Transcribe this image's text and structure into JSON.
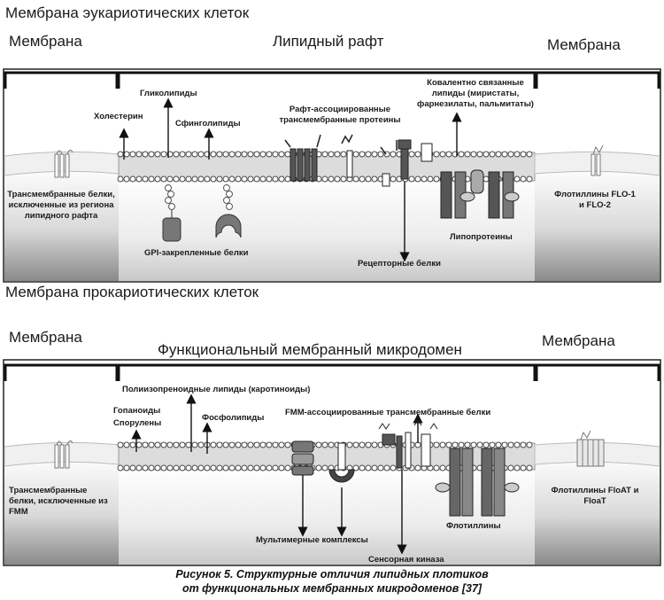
{
  "eukaryotic": {
    "title": "Мембрана эукариотических клеток",
    "left_region": "Мембрана",
    "center_region": "Липидный рафт",
    "right_region": "Мембрана",
    "labels": {
      "cholesterol": "Холестерин",
      "glycolipids": "Гликолипиды",
      "sphingolipids": "Сфинголипиды",
      "raft_proteins": "Рафт-ассоциированные трансмембранные протеины",
      "covalent_lipids": "Ковалентно связанные липиды (миристаты, фарнезилаты, пальмитаты)",
      "excluded_proteins": "Трансмембранные белки, исключенные из региона липидного рафта",
      "gpi_proteins": "GPI-закрепленные белки",
      "receptor_proteins": "Рецепторные белки",
      "lipoproteins": "Липопротеины",
      "flotillins": "Флотиллины FLO-1 и FLO-2"
    }
  },
  "prokaryotic": {
    "title": "Мембрана прокариотических клеток",
    "left_region": "Мембрана",
    "center_region": "Функциональный мембранный микродомен",
    "right_region": "Мембрана",
    "labels": {
      "polyisoprenoid": "Полиизопреноидные липиды (каротиноиды)",
      "hopanoids": "Гопаноиды",
      "sporulenes": "Спорулены",
      "phospholipids": "Фосфолипиды",
      "fmm_proteins": "FMM-ассоциированные трансмембранные белки",
      "excluded_proteins": "Трансмембранные белки, исключенные из FMM",
      "multimeric": "Мультимерные комплексы",
      "flotillins_center": "Флотиллины",
      "sensor_kinase": "Сенсорная киназа",
      "flotillins": "Флотиллины FloAT и FloaT"
    }
  },
  "caption": {
    "line1": "Рисунок 5. Структурные отличия липидных плотиков",
    "line2": "от функциональных мембранных микродоменов [37]"
  }
}
